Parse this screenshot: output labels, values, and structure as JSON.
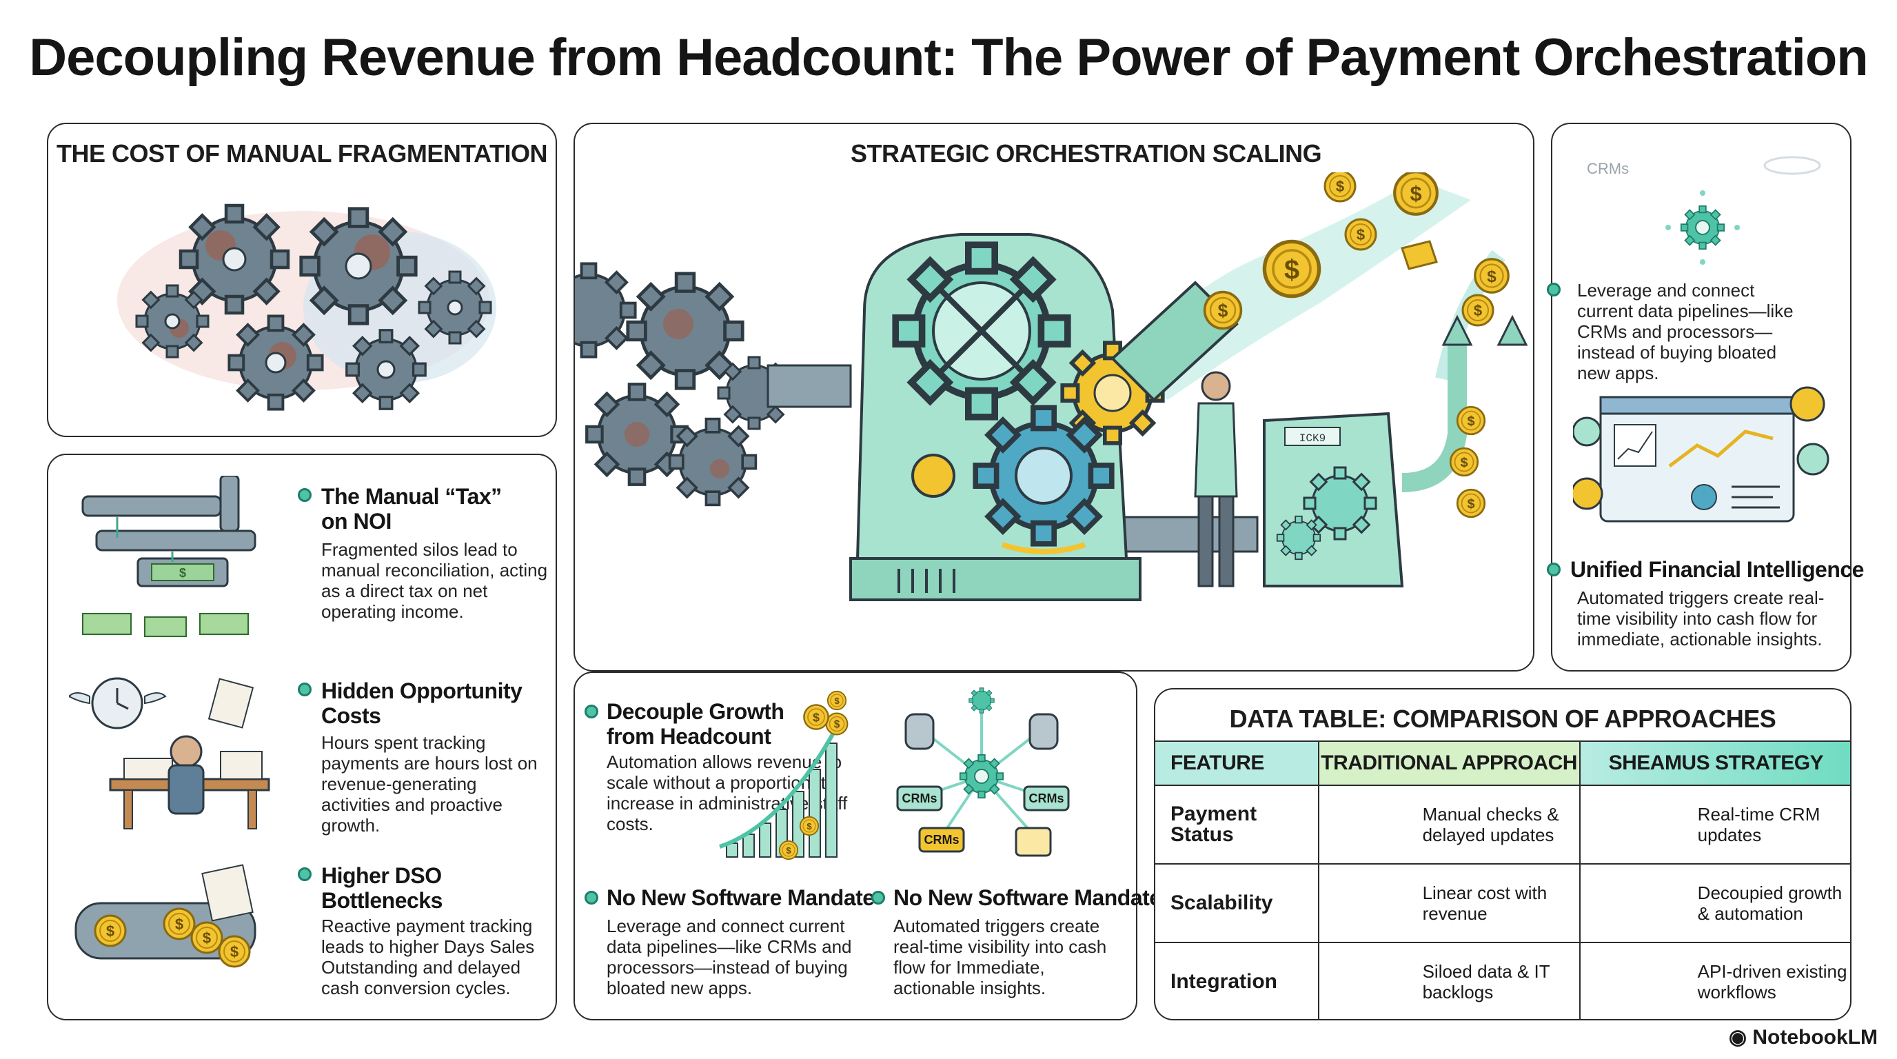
{
  "title": "Decoupling Revenue from Headcount: The Power of Payment Orchestration",
  "panels": {
    "cost": {
      "heading": "THE COST OF MANUAL FRAGMENTATION"
    },
    "scaling": {
      "heading": "STRATEGIC ORCHESTRATION SCALING"
    },
    "right": {
      "crm_label": "CRMs",
      "item1_text": "Leverage and connect current data pipelines—like CRMs and processors—instead of buying bloated new apps.",
      "item2_heading": "Unified Financial Intelligence",
      "item2_text": "Automated triggers create real-time visibility into cash flow for immediate, actionable insights."
    }
  },
  "problems": [
    {
      "heading_line1": "The Manual “Tax”",
      "heading_line2": "on NOI",
      "text": "Fragmented silos lead to manual reconciliation, acting as a direct tax on net operating income."
    },
    {
      "heading_line1": "Hidden Opportunity",
      "heading_line2": "Costs",
      "text": "Hours spent tracking payments are hours lost on revenue-generating activities and proactive growth."
    },
    {
      "heading_line1": "Higher DSO",
      "heading_line2": "Bottlenecks",
      "text": "Reactive payment tracking leads to higher Days Sales Outstanding and delayed cash conversion cycles."
    }
  ],
  "benefits": {
    "decouple": {
      "heading_line1": "Decouple Growth",
      "heading_line2": "from Headcount",
      "text": "Automation allows revenue to scale without a proportionate increase in administrative staff costs."
    },
    "mandate1": {
      "heading": "No New Software Mandate",
      "text": "Leverage and connect current data pipelines—like CRMs and processors—instead of buying bloated new apps."
    },
    "mandate2": {
      "heading": "No New Software Mandate",
      "text": "Automated triggers create real-time visibility into cash flow for Immediate, actionable insights."
    },
    "hub_labels": [
      "CRMs",
      "CRMs",
      "CRMs"
    ]
  },
  "table": {
    "heading": "DATA TABLE: COMPARISON OF APPROACHES",
    "columns": [
      "FEATURE",
      "TRADITIONAL APPROACH",
      "SHEAMUS STRATEGY"
    ],
    "rows": [
      {
        "feature": "Payment Status",
        "traditional": "Manual checks & delayed updates",
        "strategy": "Real-time CRM updates"
      },
      {
        "feature": "Scalability",
        "traditional": "Linear cost with revenue",
        "strategy": "Decoupied growth & automation"
      },
      {
        "feature": "Integration",
        "traditional": "Siloed data & IT backlogs",
        "strategy": "API-driven existing workflows"
      }
    ]
  },
  "machine_label": "ICK9",
  "brand": "NotebookLM",
  "colors": {
    "teal": "#4fc3a5",
    "teal_dark": "#1e7e6a",
    "gold": "#e6b422",
    "gear_grey": "#5d6f7c",
    "rust": "#a9563c",
    "header_teal": "#b8ece3",
    "header_green": "#d6f0c8"
  }
}
